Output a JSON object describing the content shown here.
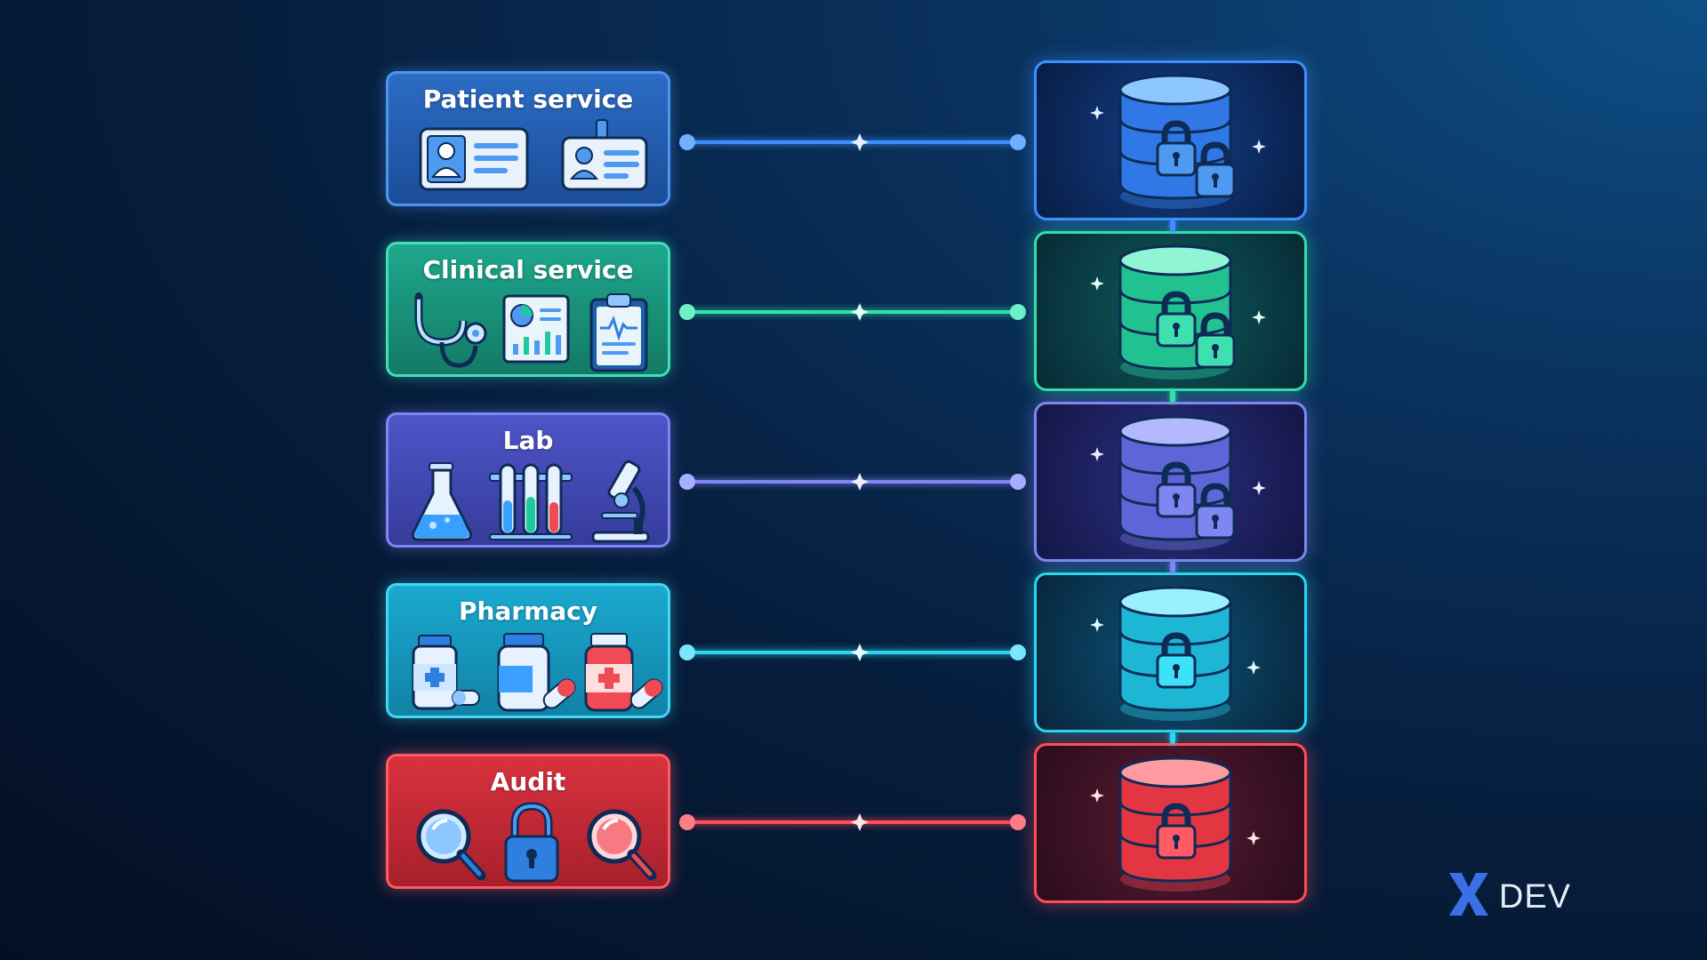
{
  "services": [
    {
      "id": "patient",
      "title": "Patient service",
      "color": "#2f7fe0",
      "icons": [
        "id-card-icon",
        "badge-icon"
      ]
    },
    {
      "id": "clinical",
      "title": "Clinical service",
      "color": "#1fc9a0",
      "icons": [
        "stethoscope-icon",
        "chart-report-icon",
        "clipboard-icon"
      ]
    },
    {
      "id": "lab",
      "title": "Lab",
      "color": "#6e76e8",
      "icons": [
        "flask-icon",
        "test-tubes-icon",
        "microscope-icon"
      ]
    },
    {
      "id": "pharmacy",
      "title": "Pharmacy",
      "color": "#22c8e6",
      "icons": [
        "medicine-bottle-icon",
        "pill-bottle-icon",
        "prescription-bottle-icon"
      ]
    },
    {
      "id": "audit",
      "title": "Audit",
      "color": "#f04a55",
      "icons": [
        "magnifier-icon",
        "padlock-icon",
        "magnifier-red-icon"
      ]
    }
  ],
  "databases": [
    {
      "id": "patient-db",
      "color": "#3d8fff",
      "locks": 2,
      "icon": "locked-database-icon"
    },
    {
      "id": "clinical-db",
      "color": "#2fe0a8",
      "locks": 2,
      "icon": "locked-database-icon"
    },
    {
      "id": "lab-db",
      "color": "#7f86f2",
      "locks": 2,
      "icon": "locked-database-icon"
    },
    {
      "id": "pharmacy-db",
      "color": "#2ad6f0",
      "locks": 1,
      "icon": "locked-database-icon"
    },
    {
      "id": "audit-db",
      "color": "#ff4c58",
      "locks": 1,
      "icon": "locked-database-icon"
    }
  ],
  "logo": {
    "mark": "X",
    "text": "DEV",
    "color": "#3c6fe6"
  }
}
